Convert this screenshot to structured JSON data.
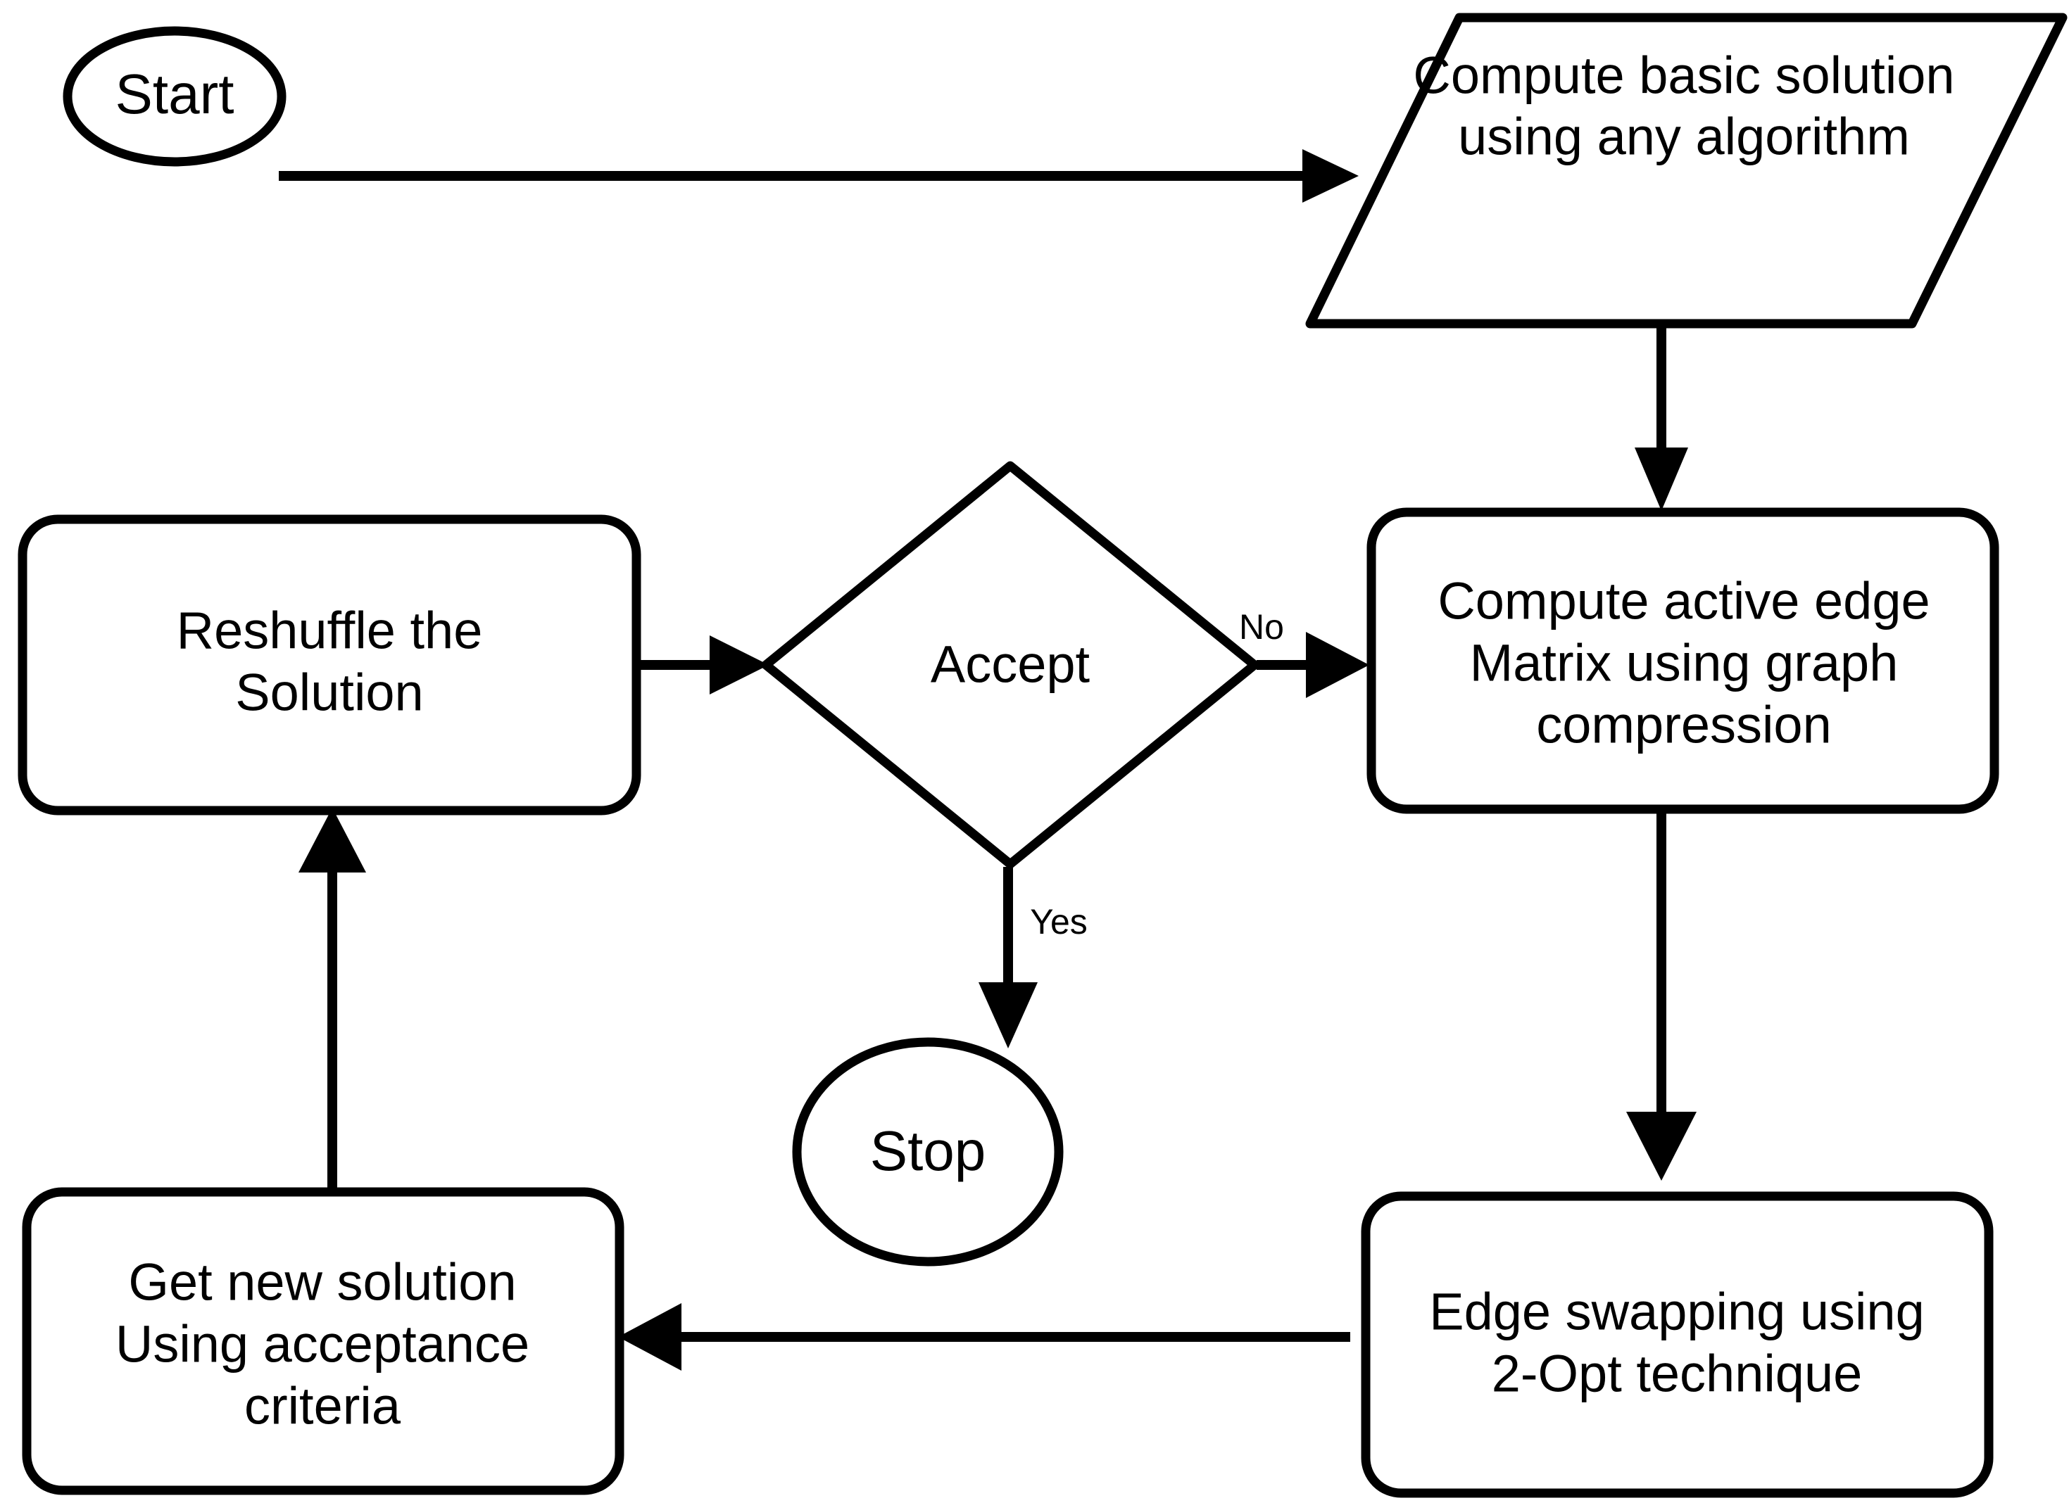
{
  "diagram": {
    "title": "Optimization algorithm flowchart",
    "background_color": "#ffffff",
    "line_color": "#000000",
    "fill_color": "#ffffff"
  },
  "nodes": {
    "start": {
      "label": "Start",
      "shape": "ellipse",
      "role": "terminal"
    },
    "compute_basic": {
      "line1": "Compute basic solution",
      "line2": "using any algorithm",
      "shape": "parallelogram",
      "role": "input-output"
    },
    "compute_matrix": {
      "line1": "Compute active edge",
      "line2": "Matrix using graph",
      "line3": "compression",
      "shape": "rounded-rectangle",
      "role": "process"
    },
    "edge_swapping": {
      "line1": "Edge swapping using",
      "line2": "2-Opt technique",
      "shape": "rounded-rectangle",
      "role": "process"
    },
    "get_new_solution": {
      "line1": "Get new solution",
      "line2": "Using acceptance",
      "line3": "criteria",
      "shape": "rounded-rectangle",
      "role": "process"
    },
    "reshuffle": {
      "line1": "Reshuffle the",
      "line2": "Solution",
      "shape": "rounded-rectangle",
      "role": "process"
    },
    "accept": {
      "label": "Accept",
      "shape": "diamond",
      "role": "decision"
    },
    "stop": {
      "label": "Stop",
      "shape": "ellipse",
      "role": "terminal"
    }
  },
  "edges": {
    "start_to_compute_basic": {
      "label": ""
    },
    "compute_basic_to_matrix": {
      "label": ""
    },
    "matrix_to_edge_swapping": {
      "label": ""
    },
    "edge_swapping_to_get_new": {
      "label": ""
    },
    "get_new_to_reshuffle": {
      "label": ""
    },
    "reshuffle_to_accept": {
      "label": ""
    },
    "accept_no_to_matrix": {
      "label": "No"
    },
    "accept_yes_to_stop": {
      "label": "Yes"
    }
  }
}
